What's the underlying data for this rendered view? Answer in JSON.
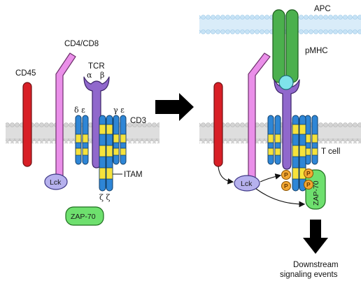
{
  "left_panel": {
    "cd45": "CD45",
    "coreceptor": "CD4/CD8",
    "tcr": "TCR",
    "alpha": "α",
    "beta": "β",
    "delta_eps": "δ ε",
    "gamma_eps": "γ ε",
    "cd3": "CD3",
    "itam": "ITAM",
    "zeta_zeta": "ζ ζ",
    "lck": "Lck",
    "zap70": "ZAP-70"
  },
  "right_panel": {
    "apc": "APC",
    "pmhc": "pMHC",
    "tcell": "T cell",
    "lck": "Lck",
    "phospho": "P",
    "zap70": "ZAP-70",
    "downstream_line1": "Downstream",
    "downstream_line2": "signaling events"
  },
  "colors": {
    "cd45": "#d81f26",
    "coreceptor": "#e98be8",
    "tcr": "#8e66c9",
    "cd3": "#2e86d6",
    "itam": "#f6e23b",
    "lck": "#b6b1ee",
    "zap70": "#6ee06e",
    "pmhc": "#4bb04d",
    "peptide": "#7fe3ea",
    "phospho": "#f2a733",
    "membrane": "#c8c8c8",
    "apc_membrane": "#b9dcf3"
  }
}
